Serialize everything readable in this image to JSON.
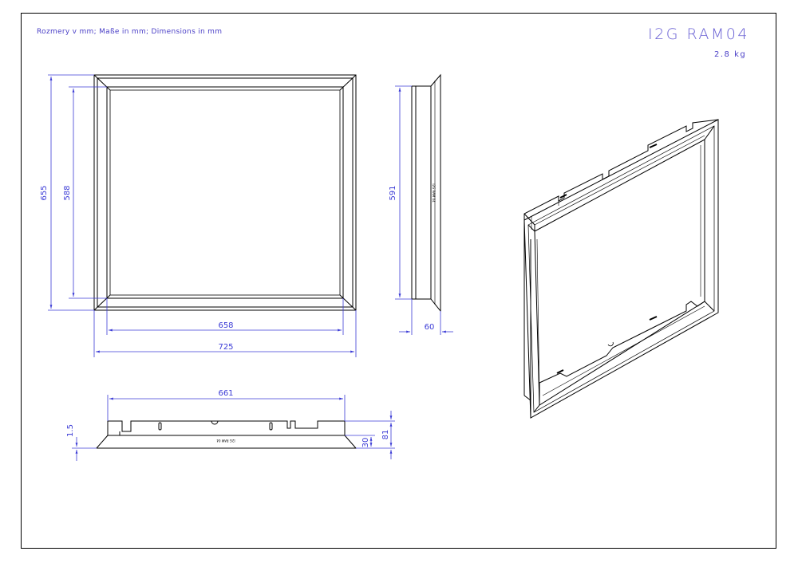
{
  "note": "Rozmery v mm; Maße in mm; Dimensions in mm",
  "product_code": "I2G RAM04",
  "weight": "2.8 kg",
  "dims": {
    "d655": "655",
    "d588": "588",
    "d658": "658",
    "d725": "725",
    "d591": "591",
    "d60": "60",
    "d661": "661",
    "d1_5": "1.5",
    "d30": "30",
    "d81": "81"
  },
  "engraving": "I2G RAM 04"
}
